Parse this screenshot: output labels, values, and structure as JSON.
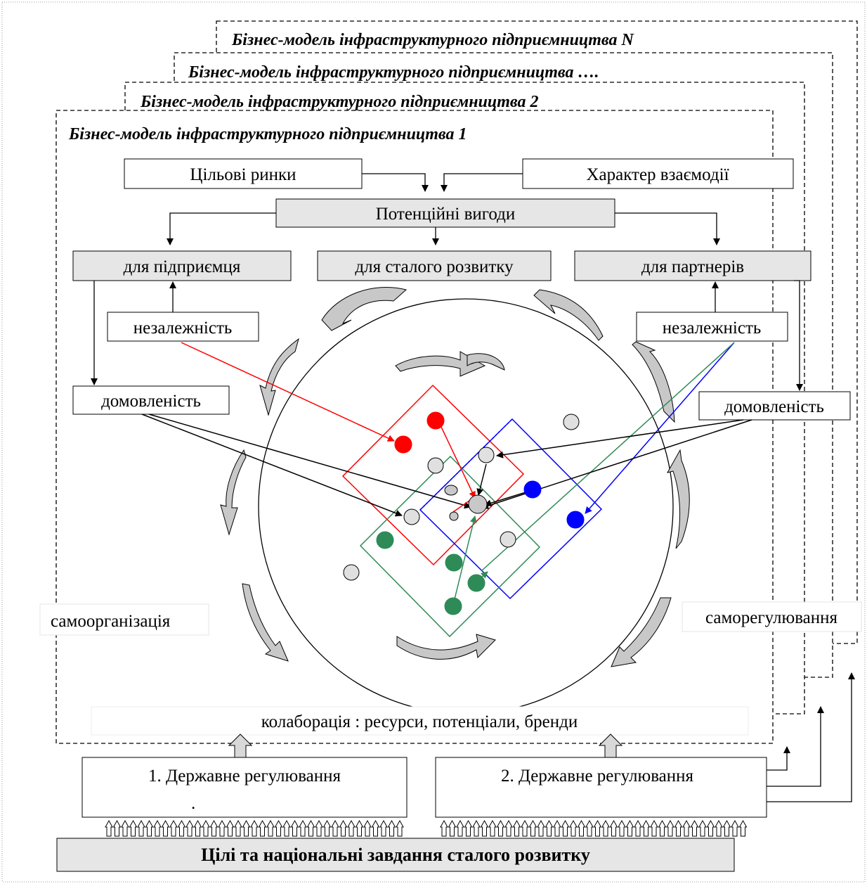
{
  "layers": {
    "model_n": "Бізнес-модель інфраструктурного підприємництва N",
    "model_dots": "Бізнес-модель інфраструктурного підприємництва ….",
    "model_2": "Бізнес-модель інфраструктурного підприємництва 2",
    "model_1": "Бізнес-модель інфраструктурного підприємництва 1"
  },
  "top": {
    "target_markets": "Цільові ринки",
    "interaction_nature": "Характер взаємодії",
    "potential_benefits": "Потенційні вигоди"
  },
  "benefits": {
    "for_entrepreneur": "для підприємця",
    "for_sustainable": "для сталого розвитку",
    "for_partners": "для партнерів"
  },
  "factors": {
    "independence_left": "незалежність",
    "independence_right": "незалежність",
    "agreement_left": "домовленість",
    "agreement_right": "домовленість"
  },
  "side_labels": {
    "self_organization": "самоорганізація",
    "self_regulation": "саморегулювання",
    "collaboration": "колаборація : ресурси, потенціали, бренди"
  },
  "regulation": {
    "state_1": "1. Державне регулювання",
    "state_1_dot": ".",
    "state_2": "2. Державне регулювання"
  },
  "bottom": {
    "goals": "Цілі та національні завдання сталого розвитку"
  },
  "colors": {
    "box_fill": "#e6e6e6",
    "red": "#ff0000",
    "blue": "#0000ff",
    "green": "#2e8b57",
    "circle_fill": "#e0e0e0",
    "arrow_fill": "#c8c8c8"
  }
}
